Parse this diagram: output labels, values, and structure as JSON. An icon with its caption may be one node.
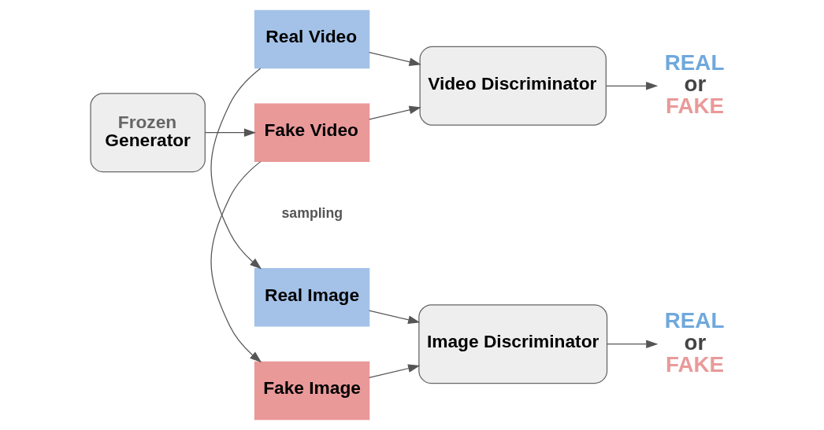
{
  "diagram": {
    "nodes": [
      {
        "text": [
          "Frozen",
          "Generator"
        ]
      },
      {
        "text": [
          "Real Video"
        ]
      },
      {
        "text": [
          "Fake Video"
        ]
      },
      {
        "text": [
          "Real Image"
        ]
      },
      {
        "text": [
          "Fake Image"
        ]
      },
      {
        "text": [
          "Video Discriminator"
        ]
      },
      {
        "text": [
          "Image Discriminator"
        ]
      },
      {
        "text": [
          "REAL",
          "or",
          "FAKE"
        ]
      },
      {
        "text": [
          "REAL",
          "or",
          "FAKE"
        ]
      }
    ],
    "edges": [
      {
        "from": 0,
        "to": 2,
        "arrow": "to"
      },
      {
        "from": 1,
        "to": 5,
        "arrow": "to"
      },
      {
        "from": 2,
        "to": 5,
        "arrow": "to"
      },
      {
        "from": 1,
        "to": 3,
        "arrow": "to"
      },
      {
        "from": 2,
        "to": 4,
        "arrow": "to"
      },
      {
        "from": 3,
        "to": 6,
        "arrow": "to"
      },
      {
        "from": 4,
        "to": 6,
        "arrow": "to"
      },
      {
        "from": 5,
        "to": 7,
        "arrow": "to"
      },
      {
        "from": 6,
        "to": 8,
        "arrow": "to"
      }
    ],
    "labels": [
      "sampling"
    ]
  }
}
